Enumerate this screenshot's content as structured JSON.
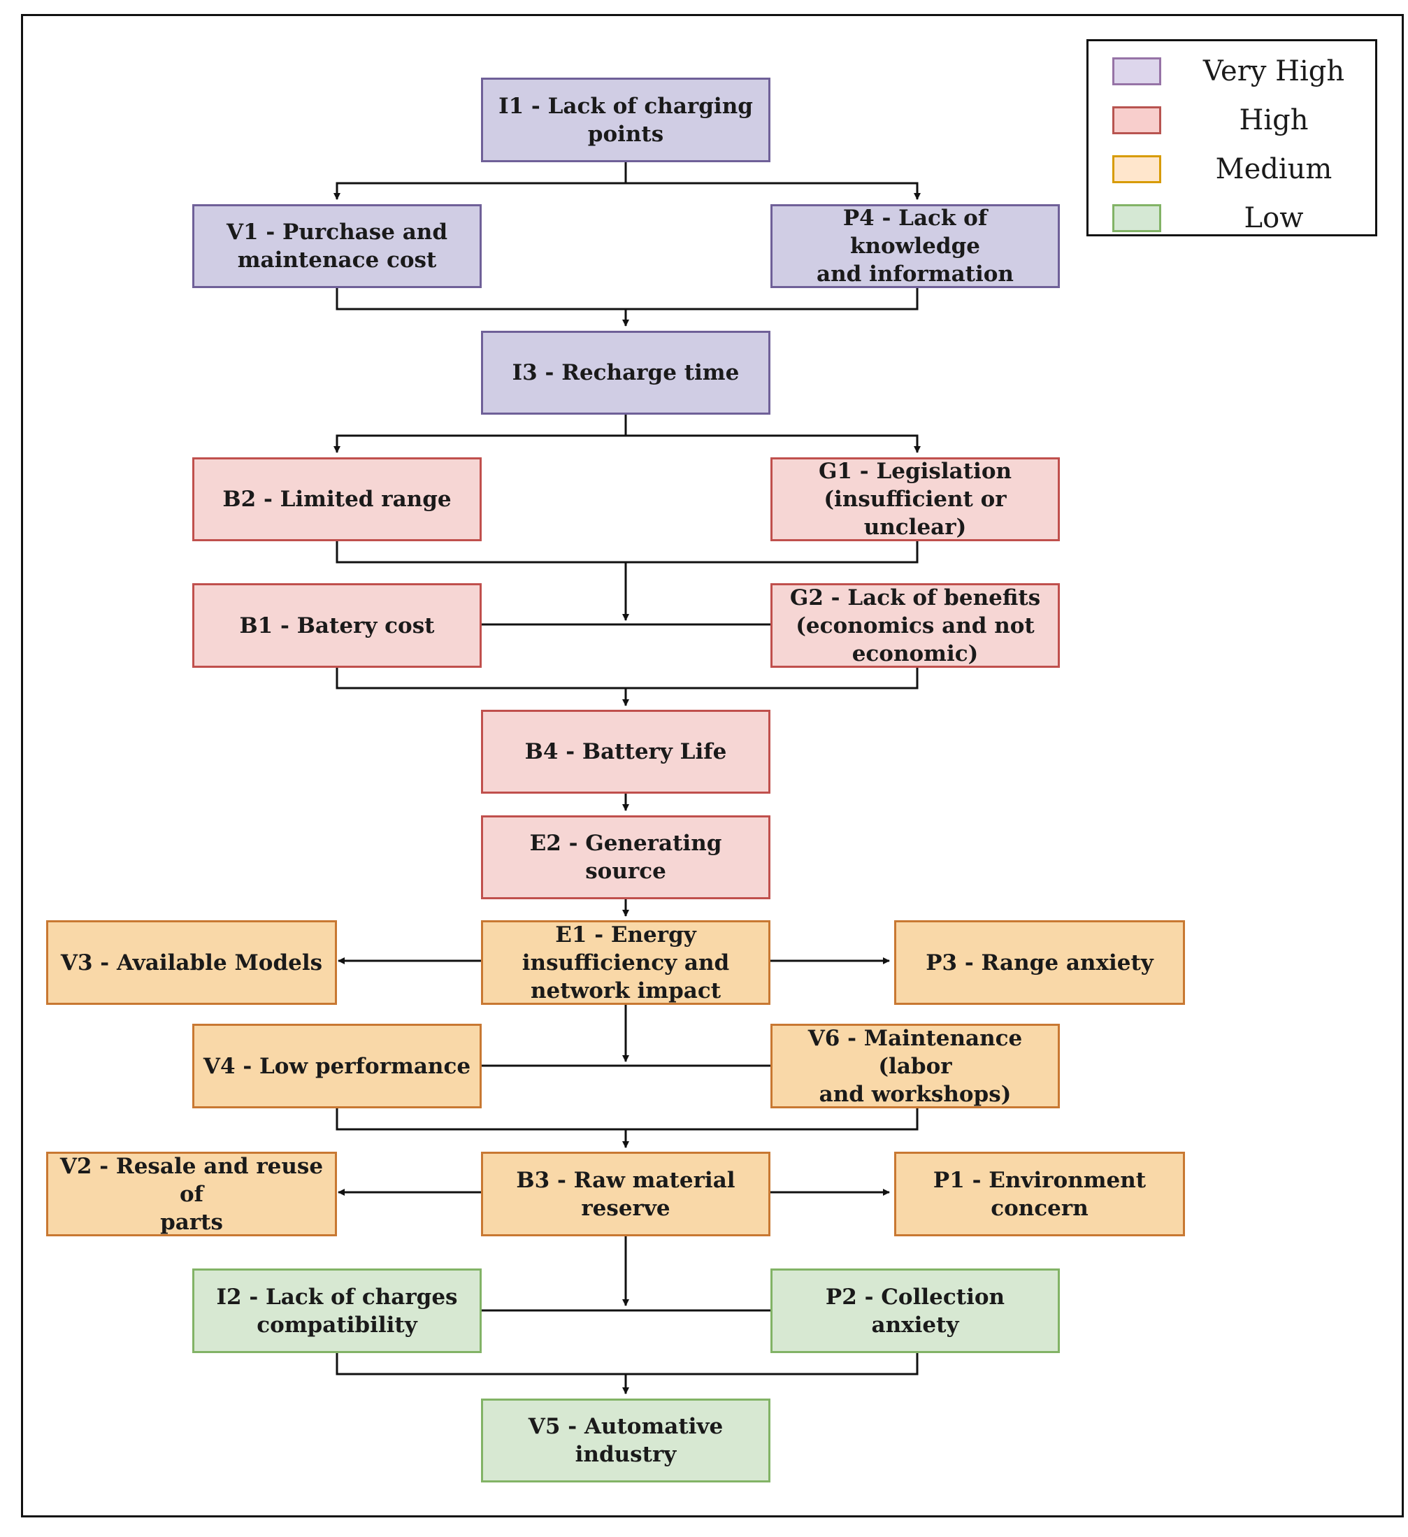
{
  "legend": {
    "items": [
      {
        "label": "Very High",
        "level": "very-high",
        "fill": "#ddd6ec",
        "border": "#9673a6"
      },
      {
        "label": "High",
        "level": "high",
        "fill": "#f8cecc",
        "border": "#b85450"
      },
      {
        "label": "Medium",
        "level": "medium",
        "fill": "#ffe6cc",
        "border": "#d79b00"
      },
      {
        "label": "Low",
        "level": "low",
        "fill": "#d5e8d4",
        "border": "#82b366"
      }
    ]
  },
  "nodes": {
    "i1": {
      "text": "I1 - Lack of charging\npoints",
      "level": "very-high"
    },
    "v1": {
      "text": "V1 - Purchase and\nmaintenace cost",
      "level": "very-high"
    },
    "p4": {
      "text": "P4 - Lack of knowledge\nand information",
      "level": "very-high"
    },
    "i3": {
      "text": "I3 - Recharge time",
      "level": "very-high"
    },
    "b2": {
      "text": "B2 - Limited range",
      "level": "high"
    },
    "g1": {
      "text": "G1 - Legislation\n(insufficient or unclear)",
      "level": "high"
    },
    "b1": {
      "text": "B1 - Batery cost",
      "level": "high"
    },
    "g2": {
      "text": "G2 - Lack of benefits\n(economics and not\neconomic)",
      "level": "high"
    },
    "b4": {
      "text": "B4 - Battery Life",
      "level": "high"
    },
    "e2": {
      "text": "E2 - Generating source",
      "level": "high"
    },
    "v3": {
      "text": "V3 - Available Models",
      "level": "medium"
    },
    "e1": {
      "text": "E1 - Energy\ninsufficiency and\nnetwork impact",
      "level": "medium"
    },
    "p3": {
      "text": "P3 - Range anxiety",
      "level": "medium"
    },
    "v4": {
      "text": "V4 - Low performance",
      "level": "medium"
    },
    "v6": {
      "text": "V6 - Maintenance (labor\nand workshops)",
      "level": "medium"
    },
    "v2": {
      "text": "V2 - Resale and reuse of\nparts",
      "level": "medium"
    },
    "b3": {
      "text": "B3 - Raw material\nreserve",
      "level": "medium"
    },
    "p1": {
      "text": "P1 - Environment\nconcern",
      "level": "medium"
    },
    "i2": {
      "text": "I2 - Lack of charges\ncompatibility",
      "level": "low"
    },
    "p2": {
      "text": "P2 - Collection anxiety",
      "level": "low"
    },
    "v5": {
      "text": "V5 - Automative\nindustry",
      "level": "low"
    }
  },
  "colors": {
    "very_high_fill": "#d0cde4",
    "very_high_border": "#6f6098",
    "high_fill": "#f6d6d4",
    "high_border": "#c0504d",
    "medium_fill": "#f9d8a8",
    "medium_border": "#c87832",
    "low_fill": "#d7e8d2",
    "low_border": "#82b366",
    "connector": "#111111"
  }
}
